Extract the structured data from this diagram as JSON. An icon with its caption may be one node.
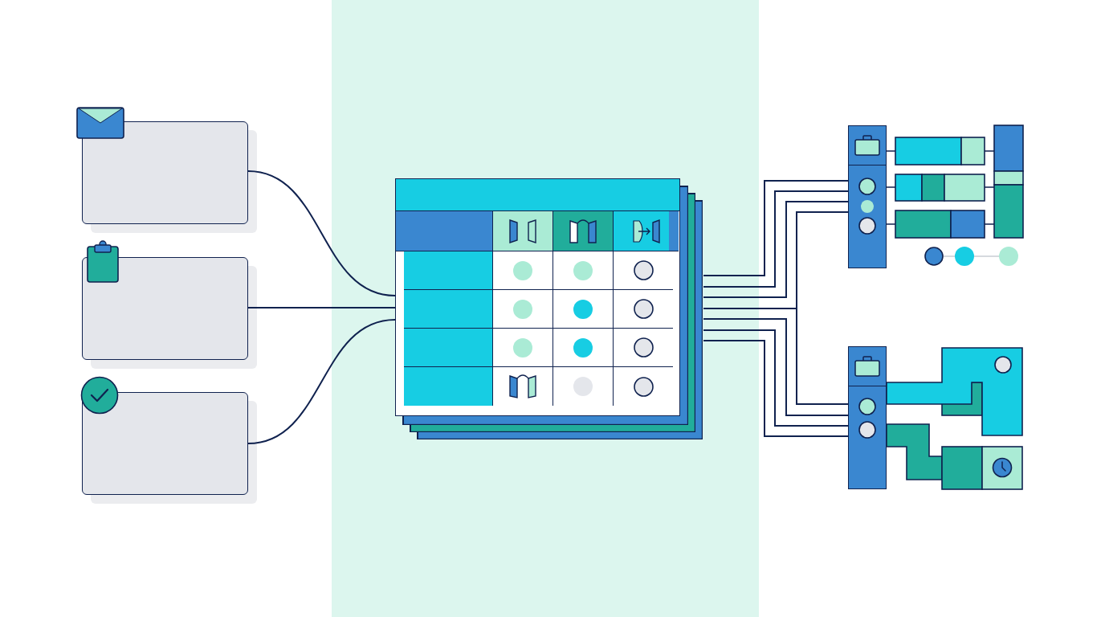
{
  "diagram": {
    "nodes": [
      {
        "text": [],
        "shape": "box"
      },
      {
        "text": [],
        "shape": "box"
      },
      {
        "text": [],
        "shape": "box"
      },
      {
        "text": [],
        "shape": "table"
      },
      {
        "text": [],
        "shape": "bar"
      },
      {
        "text": [],
        "shape": "bar"
      }
    ],
    "edges": [
      {
        "from": 0,
        "to": 3,
        "arrow": "none"
      },
      {
        "from": 1,
        "to": 3,
        "arrow": "none"
      },
      {
        "from": 2,
        "to": 3,
        "arrow": "none"
      },
      {
        "from": 3,
        "to": 4,
        "arrow": "none"
      },
      {
        "from": 3,
        "to": 4,
        "arrow": "none"
      },
      {
        "from": 3,
        "to": 4,
        "arrow": "none"
      },
      {
        "from": 3,
        "to": 4,
        "arrow": "none"
      },
      {
        "from": 3,
        "to": 5,
        "arrow": "none"
      },
      {
        "from": 3,
        "to": 5,
        "arrow": "none"
      },
      {
        "from": 3,
        "to": 5,
        "arrow": "none"
      },
      {
        "from": 3,
        "to": 5,
        "arrow": "none"
      }
    ]
  }
}
